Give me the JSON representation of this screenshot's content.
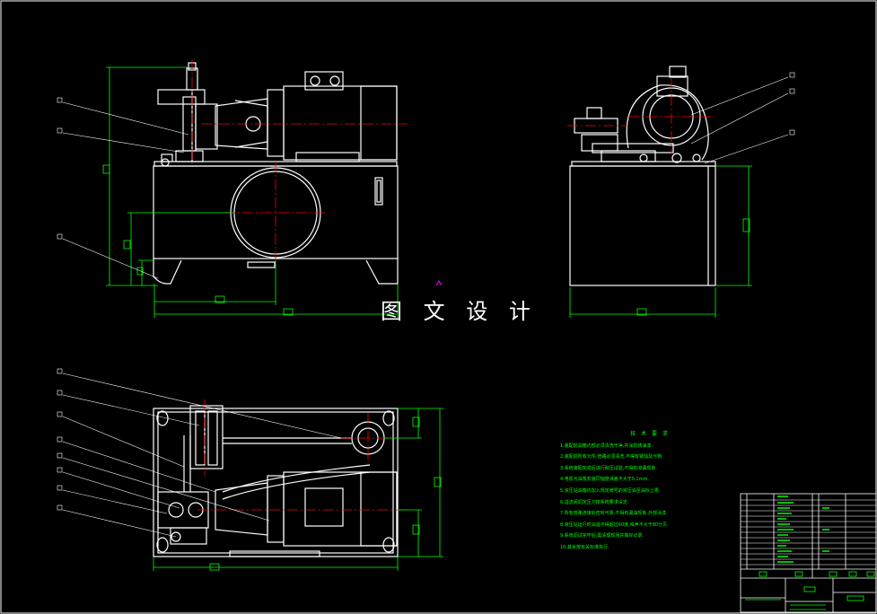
{
  "watermark": "图 文 设 计",
  "tech_notes": {
    "title": "技 术 要 求",
    "lines": [
      "1.装配前油箱内部必须清洗干净,并涂防锈油漆.",
      "2.装配前所有元件,管路必须清洗,不得有锈蚀及污物.",
      "3.系统装配完成后进行耐压试验,不得有渗漏现象.",
      "4.电机与油泵安装同轴度误差不大于0.1mm.",
      "5.液压站油箱内加入规定牌号的液压油至油标上限.",
      "6.溢流阀调定压力按系统要求设定.",
      "7.所有管路连接处密封可靠,不得有漏油现象,外部涂漆.",
      "8.液压站运行时油温不得超过60度,噪声不大于80分贝.",
      "9.系统调试完毕后,需清理现场并做好记录.",
      "10.其余按有关标准执行."
    ]
  },
  "colors": {
    "outline": "#ffffff",
    "dimension": "#00ff00",
    "centerline": "#ff0000",
    "leader": "#ffffff",
    "notes": "#00ff00",
    "accent": "#ff00ff"
  }
}
